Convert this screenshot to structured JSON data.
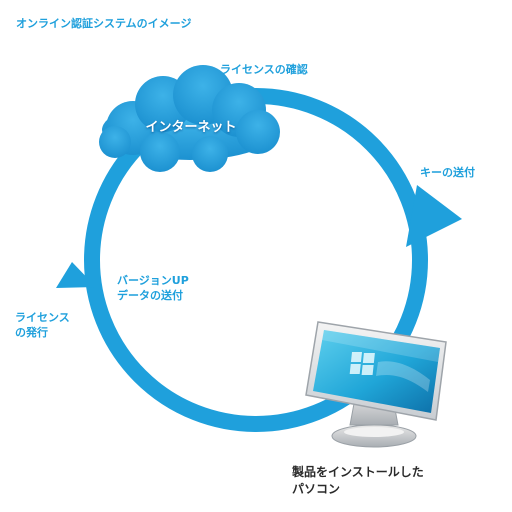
{
  "title": "オンライン認証システムのイメージ",
  "cloud_label": "インターネット",
  "labels": {
    "license_confirm": "ライセンスの確認",
    "key_send": "キーの送付",
    "update_line1": "バージョンUP",
    "update_line2": "データの送付",
    "issue_line1": "ライセンス",
    "issue_line2": "の発行",
    "pc_line1": "製品をインストールした",
    "pc_line2": "パソコン"
  },
  "colors": {
    "accent": "#1fa0dc",
    "cloud": "#1b97d6",
    "text_dark": "#2a2a2a"
  },
  "icons": [
    "cloud-icon",
    "monitor-icon",
    "arrow-head-icon"
  ]
}
